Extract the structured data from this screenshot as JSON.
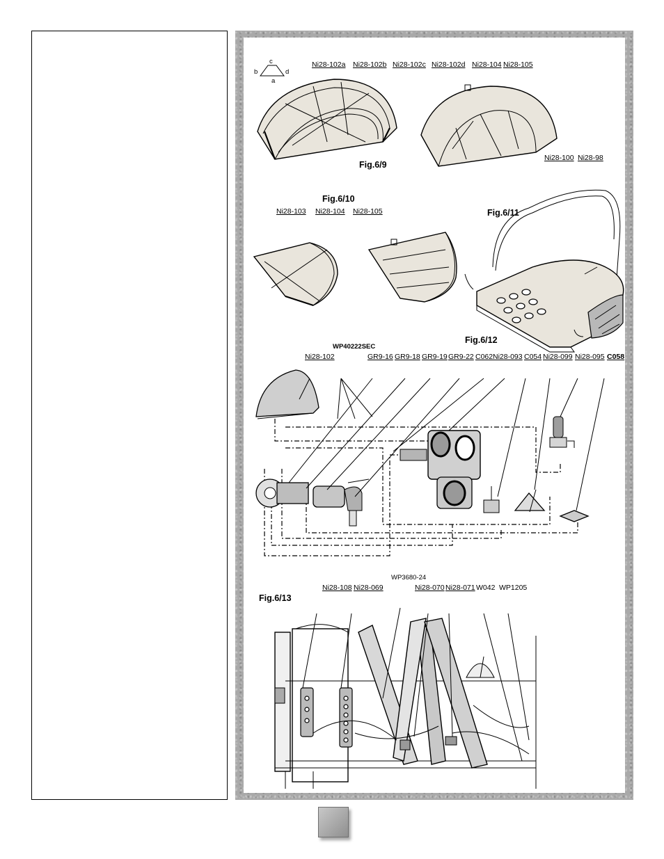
{
  "shape_key": {
    "a": "a",
    "b": "b",
    "c": "c",
    "d": "d"
  },
  "fig_6_9": {
    "title": "Fig.6/9",
    "labels": [
      "Ni28-102a",
      "Ni28-102b",
      "Ni28-102c",
      "Ni28-102d",
      "Ni28-104",
      "Ni28-105"
    ]
  },
  "fig_6_10": {
    "title": "Fig.6/10",
    "labels": [
      "Ni28-103",
      "Ni28-104",
      "Ni28-105"
    ]
  },
  "fig_6_11": {
    "title": "Fig.6/11",
    "labels": [
      "Ni28-100",
      "Ni28-98"
    ]
  },
  "fig_6_12": {
    "title": "Fig.6/12",
    "top_label": "WP40222SEC",
    "labels": [
      "Ni28-102",
      "GR9-16",
      "GR9-18",
      "GR9-19",
      "GR9-22",
      "C062",
      "Ni28-093",
      "C054",
      "Ni28-099",
      "Ni28-095",
      "C058"
    ]
  },
  "fig_6_13": {
    "title": "Fig.6/13",
    "top_label": "WP3680-24",
    "labels": [
      "Ni28-108",
      "Ni28-069",
      "Ni28-070",
      "Ni28-071",
      "W042",
      "WP1205"
    ]
  }
}
